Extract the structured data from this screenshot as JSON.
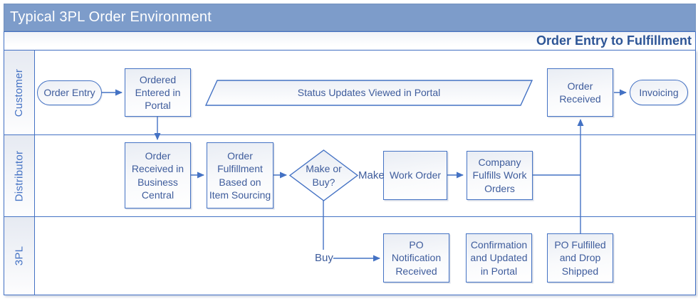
{
  "banner": {
    "title": "Typical 3PL Order Environment"
  },
  "header": {
    "title": "Order Entry to Fulfillment"
  },
  "lanes": {
    "customer": {
      "label": "Customer"
    },
    "distributor": {
      "label": "Distributor"
    },
    "threepl": {
      "label": "3PL"
    }
  },
  "shapes": {
    "order_entry": {
      "label": "Order Entry",
      "type": "stadium"
    },
    "ordered_entered_portal": {
      "label": "Ordered Entered in Portal",
      "type": "process"
    },
    "status_updates_portal": {
      "label": "Status Updates Viewed in Portal",
      "type": "parallelogram"
    },
    "order_received": {
      "label": "Order Received",
      "type": "process"
    },
    "invoicing": {
      "label": "Invoicing",
      "type": "stadium"
    },
    "order_received_bc": {
      "label": "Order Received in Business Central",
      "type": "process"
    },
    "order_fulfillment_sourcing": {
      "label": "Order Fulfillment Based on Item Sourcing",
      "type": "process"
    },
    "make_or_buy": {
      "label": "Make or Buy?",
      "type": "decision"
    },
    "work_order": {
      "label": "Work Order",
      "type": "process"
    },
    "company_fulfills_work_orders": {
      "label": "Company Fulfills Work Orders",
      "type": "process"
    },
    "po_notification_received": {
      "label": "PO Notification Received",
      "type": "process"
    },
    "confirmation_updated_portal": {
      "label": "Confirmation and Updated in Portal",
      "type": "process"
    },
    "po_fulfilled_drop_shipped": {
      "label": "PO Fulfilled and Drop Shipped",
      "type": "process"
    }
  },
  "edge_labels": {
    "make": "Make",
    "buy": "Buy"
  },
  "colors": {
    "banner_bg": "#7D9CCA",
    "border_blue": "#4472C4",
    "shape_text": "#3E5C9C",
    "header_text": "#2D5596",
    "shape_fill_top": "#E9EDF4",
    "shape_fill_bottom": "#FFFFFF"
  }
}
